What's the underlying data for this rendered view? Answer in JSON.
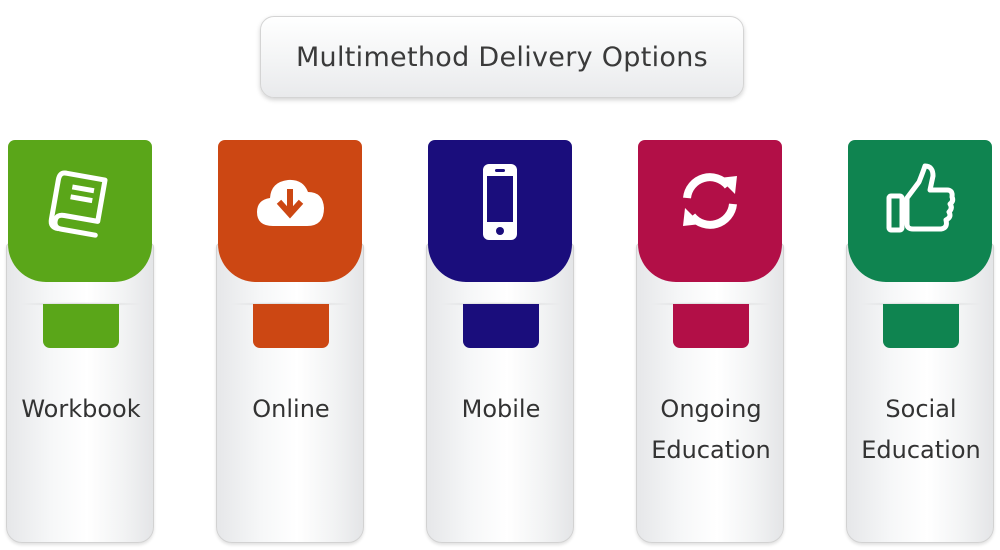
{
  "title": "Multimethod Delivery Options",
  "cards": [
    {
      "id": "workbook",
      "line1": "Workbook",
      "line2": "",
      "color": "#5aa619",
      "icon": "book-icon"
    },
    {
      "id": "online",
      "line1": "Online",
      "line2": "",
      "color": "#cc4713",
      "icon": "cloud-download-icon"
    },
    {
      "id": "mobile",
      "line1": "Mobile",
      "line2": "",
      "color": "#1a0d7c",
      "icon": "smartphone-icon"
    },
    {
      "id": "ongoing-education",
      "line1": "Ongoing",
      "line2": "Education",
      "color": "#b20f47",
      "icon": "refresh-icon"
    },
    {
      "id": "social-education",
      "line1": "Social",
      "line2": "Education",
      "color": "#0f8450",
      "icon": "thumbs-up-icon"
    }
  ]
}
